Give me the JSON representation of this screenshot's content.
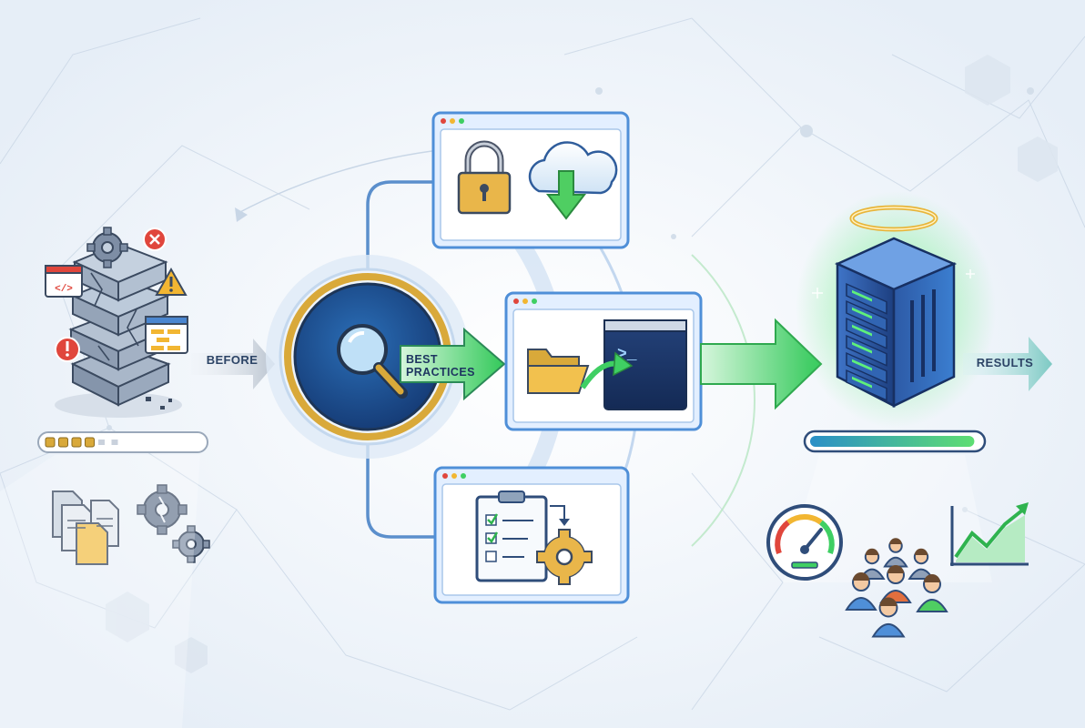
{
  "labels": {
    "before": "BEFORE",
    "best_practices_line1": "BEST",
    "best_practices_line2": "PRACTICES",
    "results": "RESULTS"
  },
  "progress": {
    "before_fraction": 0.33,
    "after_fraction": 0.97
  },
  "icons": {
    "broken_server": "broken-server-stack-icon",
    "documents": "documents-icon",
    "gears": "gears-icon",
    "magnifier": "magnifier-icon",
    "lock": "padlock-icon",
    "cloud_download": "cloud-download-icon",
    "folder_terminal": "folder-to-terminal-icon",
    "checklist": "checklist-gear-icon",
    "healthy_server": "healthy-server-icon",
    "gauge": "speed-gauge-icon",
    "users": "user-group-icon",
    "growth_chart": "growth-chart-icon"
  },
  "colors": {
    "background": "#eef3f9",
    "blue_primary": "#2f6fb6",
    "green_accent": "#3fcf63",
    "gold": "#d9a93a",
    "error_red": "#e0463c",
    "warning_yellow": "#f2b632"
  }
}
